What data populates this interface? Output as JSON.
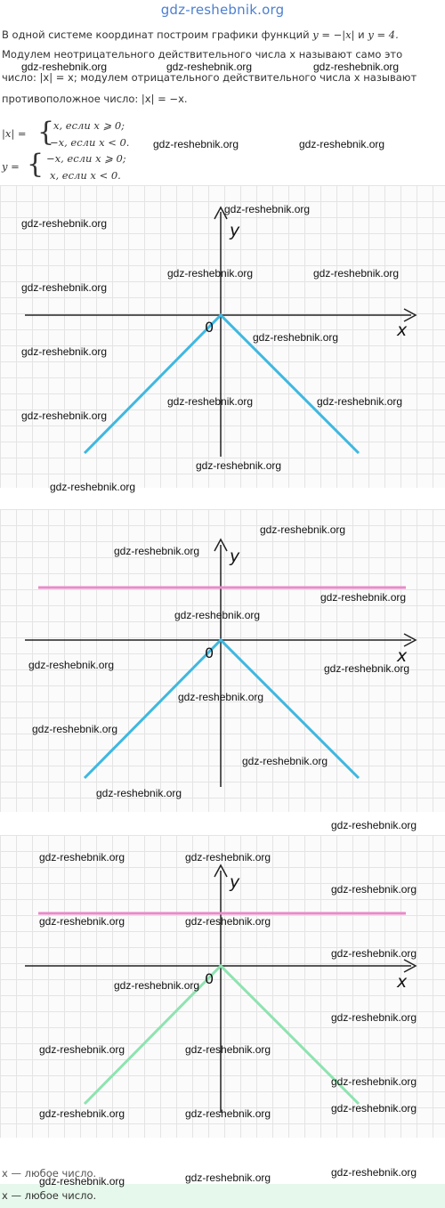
{
  "header": {
    "site_title": "gdz-reshebnik.org"
  },
  "text": {
    "line1_prefix": "В одной системе координат построим графики функций ",
    "line1_f1": "y = −|x|",
    "line1_and": " и ",
    "line1_f2": "y = 4.",
    "line2": "Модулем неотрицательного действительного числа x называют само это",
    "line3": "число: |x| = x; модулем отрицательного действительного числа x называют",
    "line4": "противоположное число: |x| = −x.",
    "abs_lhs": "|x| =",
    "abs_case1": "x,  если x ⩾ 0;",
    "abs_case2": "−x,  если x < 0.",
    "y_lhs": "y =",
    "y_case1": "−x,  если x ⩾ 0;",
    "y_case2": "x,  если x < 0."
  },
  "graphs": {
    "x_label": "x",
    "y_label": "y",
    "origin_label": "0"
  },
  "colors": {
    "blue_line": "#3fb8e0",
    "pink_line": "#e98ac9",
    "green_line": "#8ee3b0",
    "axis": "#222222",
    "answer_bg": "#e6f7ec"
  },
  "answer": {
    "behind": "x — любое число.",
    "main": "x — любое число."
  },
  "watermark": "gdz-reshebnik.org"
}
